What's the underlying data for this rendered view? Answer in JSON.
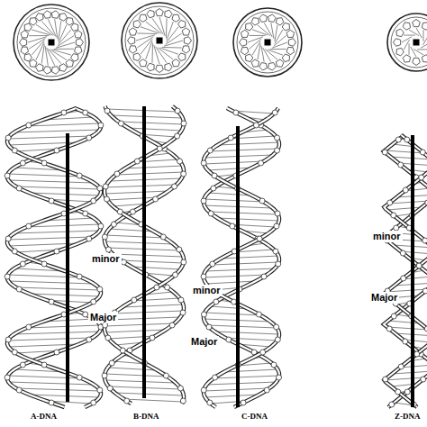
{
  "diagram": {
    "labels": [
      "minor",
      "Major",
      "minor",
      "Major",
      "minor",
      "Major",
      "A-DNA",
      "B-DNA",
      "C-DNA",
      "Z-DNA"
    ]
  }
}
